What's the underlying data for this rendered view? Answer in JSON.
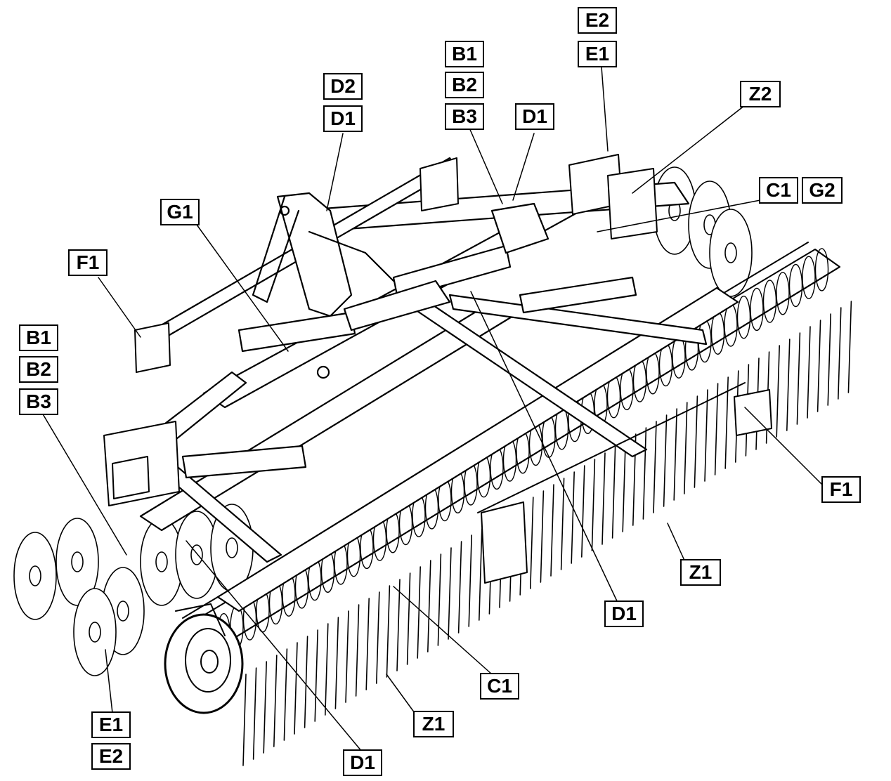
{
  "callouts": [
    {
      "id": "e2-top",
      "text": "E2"
    },
    {
      "id": "e1-top",
      "text": "E1"
    },
    {
      "id": "b1-top",
      "text": "B1"
    },
    {
      "id": "b2-top",
      "text": "B2"
    },
    {
      "id": "b3-top",
      "text": "B3"
    },
    {
      "id": "d2-top",
      "text": "D2"
    },
    {
      "id": "d1-top-left",
      "text": "D1"
    },
    {
      "id": "d1-top-mid",
      "text": "D1"
    },
    {
      "id": "z2",
      "text": "Z2"
    },
    {
      "id": "c1-right",
      "text": "C1"
    },
    {
      "id": "g2",
      "text": "G2"
    },
    {
      "id": "g1",
      "text": "G1"
    },
    {
      "id": "f1-left",
      "text": "F1"
    },
    {
      "id": "b1-left",
      "text": "B1"
    },
    {
      "id": "b2-left",
      "text": "B2"
    },
    {
      "id": "b3-left",
      "text": "B3"
    },
    {
      "id": "f1-right",
      "text": "F1"
    },
    {
      "id": "z1-right",
      "text": "Z1"
    },
    {
      "id": "d1-mid",
      "text": "D1"
    },
    {
      "id": "c1-bottom",
      "text": "C1"
    },
    {
      "id": "z1-bottom",
      "text": "Z1"
    },
    {
      "id": "e1-bottom",
      "text": "E1"
    },
    {
      "id": "e2-bottom",
      "text": "E2"
    },
    {
      "id": "d1-bottom",
      "text": "D1"
    }
  ]
}
